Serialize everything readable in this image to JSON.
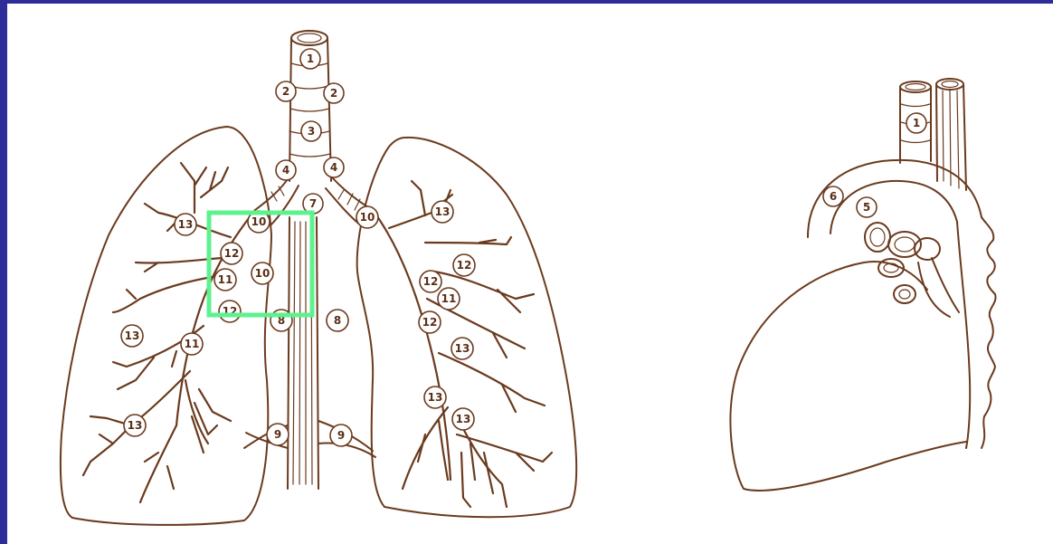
{
  "frontal": {
    "stations": [
      {
        "label": "1"
      },
      {
        "label": "2"
      },
      {
        "label": "2"
      },
      {
        "label": "3"
      },
      {
        "label": "4"
      },
      {
        "label": "4"
      },
      {
        "label": "7"
      },
      {
        "label": "10"
      },
      {
        "label": "10"
      },
      {
        "label": "10"
      },
      {
        "label": "12"
      },
      {
        "label": "11"
      },
      {
        "label": "12"
      },
      {
        "label": "13"
      },
      {
        "label": "13"
      },
      {
        "label": "11"
      },
      {
        "label": "13"
      },
      {
        "label": "8"
      },
      {
        "label": "8"
      },
      {
        "label": "9"
      },
      {
        "label": "9"
      },
      {
        "label": "13"
      },
      {
        "label": "12"
      },
      {
        "label": "12"
      },
      {
        "label": "11"
      },
      {
        "label": "12"
      },
      {
        "label": "13"
      },
      {
        "label": "13"
      },
      {
        "label": "13"
      }
    ]
  },
  "lateral": {
    "stations": [
      {
        "label": "1"
      },
      {
        "label": "6"
      },
      {
        "label": "5"
      }
    ]
  },
  "highlight": {
    "color": "#5ef28e"
  },
  "colors": {
    "frame": "#2e2e9a",
    "ink": "#6b3a1e"
  }
}
